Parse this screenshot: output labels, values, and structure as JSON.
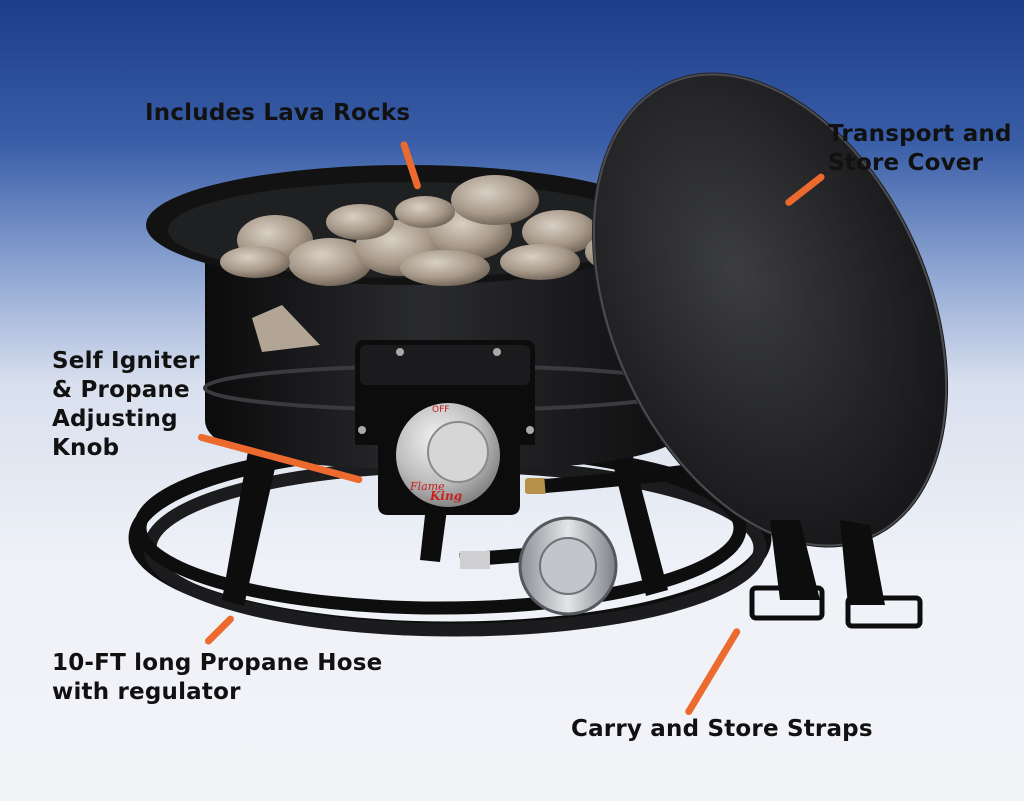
{
  "callouts": {
    "lava_rocks": "Includes Lava Rocks",
    "cover_line1": "Transport and",
    "cover_line2": "Store Cover",
    "igniter_line1": "Self Igniter",
    "igniter_line2": "& Propane",
    "igniter_line3": "Adjusting",
    "igniter_line4": "Knob",
    "hose_line1": "10-FT long Propane Hose",
    "hose_line2": "with regulator",
    "straps": "Carry and Store Straps"
  },
  "product": {
    "knob_logo_line1": "Flame",
    "knob_logo_line2": "King",
    "knob_marking": "OFF"
  },
  "colors": {
    "background_top": "#1f4290",
    "background_bottom": "#f1f3f8",
    "leader_line": "#ec6a2e",
    "label_text": "#111111"
  }
}
